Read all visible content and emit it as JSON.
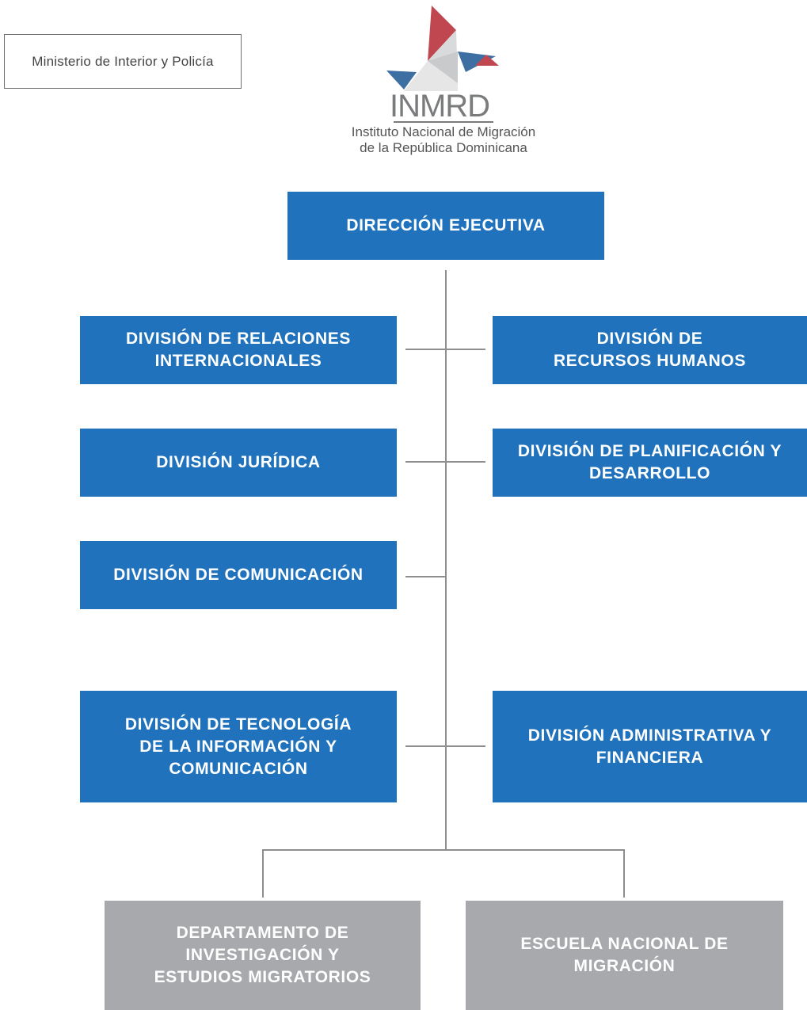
{
  "ministry_label": "Ministerio de Interior y Policía",
  "logo": {
    "acronym": "INMRD",
    "full_name_line1": "Instituto Nacional de Migración",
    "full_name_line2": "de la República Dominicana"
  },
  "colors": {
    "division_box": "#1f72bb",
    "department_box": "#a7a9ac",
    "connector": "#8e8e8e",
    "logo_red": "#c0474f",
    "logo_blue": "#3d6fa3"
  },
  "org": {
    "executive": "DIRECCIÓN EJECUTIVA",
    "divisions": {
      "relaciones_internacionales": "DIVISIÓN DE RELACIONES\nINTERNACIONALES",
      "recursos_humanos": "DIVISIÓN DE\nRECURSOS HUMANOS",
      "juridica": "DIVISIÓN JURÍDICA",
      "planificacion": "DIVISIÓN DE PLANIFICACIÓN Y\nDESARROLLO",
      "comunicacion": "DIVISIÓN DE COMUNICACIÓN",
      "tecnologia": "DIVISIÓN DE TECNOLOGÍA\nDE LA INFORMACIÓN Y\nCOMUNICACIÓN",
      "administrativa": "DIVISIÓN ADMINISTRATIVA Y\nFINANCIERA"
    },
    "departments": {
      "investigacion": "DEPARTAMENTO DE\nINVESTIGACIÓN Y\nESTUDIOS MIGRATORIOS",
      "escuela": "ESCUELA NACIONAL DE\nMIGRACIÓN"
    }
  }
}
